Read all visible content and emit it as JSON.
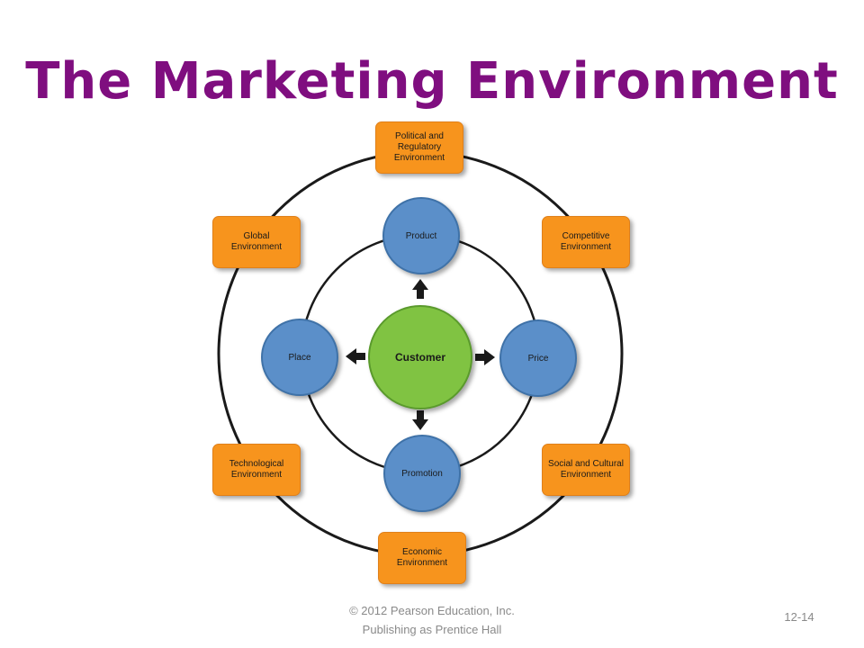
{
  "title": "The Marketing Environment",
  "colors": {
    "title": "#7f0e7f",
    "environment_box": "#f7941d",
    "marketing_mix_circle": "#5b8fc9",
    "customer_circle": "#80c342",
    "rings": "#1a1a1a",
    "arrows": "#1a1a1a"
  },
  "diagram": {
    "center": "Customer",
    "marketing_mix": {
      "top": "Product",
      "right": "Price",
      "bottom": "Promotion",
      "left": "Place"
    },
    "environments": {
      "top": "Political and Regulatory Environment",
      "top_right": "Competitive Environment",
      "bottom_right": "Social and Cultural Environment",
      "bottom": "Economic Environment",
      "bottom_left": "Technological Environment",
      "top_left": "Global Environment"
    }
  },
  "footer": {
    "copyright_line1": "© 2012 Pearson Education, Inc.",
    "copyright_line2": "Publishing as Prentice Hall",
    "page_number": "12-14"
  }
}
